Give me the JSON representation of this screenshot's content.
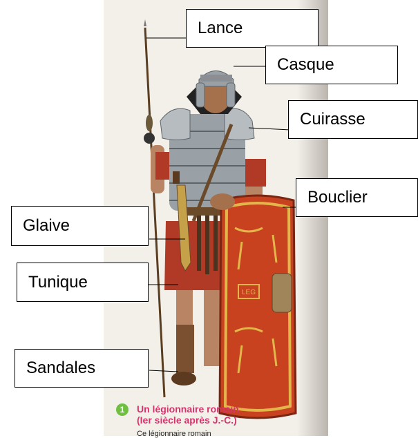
{
  "labels": {
    "lance": "Lance",
    "casque": "Casque",
    "cuirasse": "Cuirasse",
    "bouclier": "Bouclier",
    "glaive": "Glaive",
    "tunique": "Tunique",
    "sandales": "Sandales"
  },
  "caption": {
    "number": "1",
    "title": "Un légionnaire romain",
    "subtitle": "(Ier siècle après J.-C.)",
    "text": "Ce légionnaire romain"
  },
  "shield_stamp": "LEG"
}
